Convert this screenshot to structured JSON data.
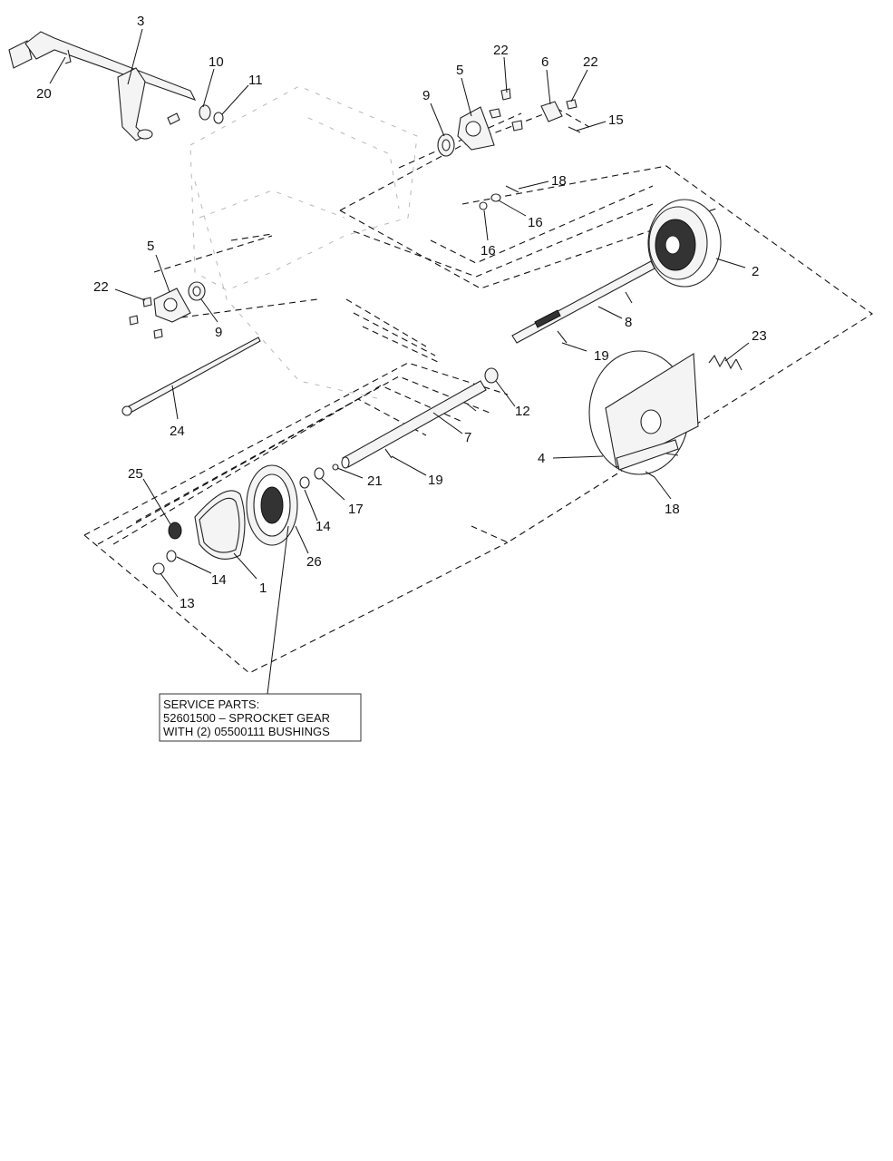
{
  "service_note": {
    "line1": "SERVICE PARTS:",
    "line2": "52601500 – SPROCKET GEAR",
    "line3": "WITH (2) 05500111 BUSHINGS"
  },
  "callouts": [
    {
      "id": "c3",
      "label": "3"
    },
    {
      "id": "c20",
      "label": "20"
    },
    {
      "id": "c10",
      "label": "10"
    },
    {
      "id": "c11",
      "label": "11"
    },
    {
      "id": "c22a",
      "label": "22"
    },
    {
      "id": "c5a",
      "label": "5"
    },
    {
      "id": "c9a",
      "label": "9"
    },
    {
      "id": "c6",
      "label": "6"
    },
    {
      "id": "c22b",
      "label": "22"
    },
    {
      "id": "c15",
      "label": "15"
    },
    {
      "id": "c18a",
      "label": "18"
    },
    {
      "id": "c16a",
      "label": "16"
    },
    {
      "id": "c16b",
      "label": "16"
    },
    {
      "id": "c2",
      "label": "2"
    },
    {
      "id": "c5b",
      "label": "5"
    },
    {
      "id": "c22c",
      "label": "22"
    },
    {
      "id": "c9b",
      "label": "9"
    },
    {
      "id": "c8",
      "label": "8"
    },
    {
      "id": "c19a",
      "label": "19"
    },
    {
      "id": "c23",
      "label": "23"
    },
    {
      "id": "c24",
      "label": "24"
    },
    {
      "id": "c12",
      "label": "12"
    },
    {
      "id": "c7",
      "label": "7"
    },
    {
      "id": "c4",
      "label": "4"
    },
    {
      "id": "c25",
      "label": "25"
    },
    {
      "id": "c21",
      "label": "21"
    },
    {
      "id": "c19b",
      "label": "19"
    },
    {
      "id": "c17",
      "label": "17"
    },
    {
      "id": "c14a",
      "label": "14"
    },
    {
      "id": "c18b",
      "label": "18"
    },
    {
      "id": "c26",
      "label": "26"
    },
    {
      "id": "c14b",
      "label": "14"
    },
    {
      "id": "c1",
      "label": "1"
    },
    {
      "id": "c13",
      "label": "13"
    }
  ]
}
